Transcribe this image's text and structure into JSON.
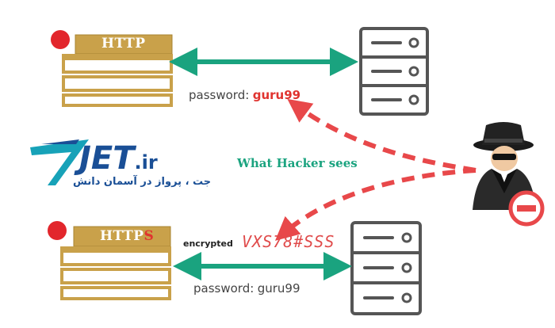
{
  "top": {
    "box_title": "HTTP",
    "password_label": "password:",
    "password_value": "guru99"
  },
  "bottom": {
    "box_title_main": "HTTP",
    "box_title_suffix": "S",
    "encrypted_label": "encrypted",
    "cipher_text": "VXS78#SSS",
    "password_label": "password:",
    "password_value": "guru99"
  },
  "hacker": {
    "caption": "What Hacker sees"
  },
  "logo": {
    "brand": "JET",
    "suffix": ".ir",
    "tagline": "جت ، پرواز در آسمان دانش"
  },
  "colors": {
    "box_gold": "#c9a14a",
    "arrow_green": "#1aa37f",
    "dashed_red": "#e8484a",
    "server_gray": "#555555",
    "logo_blue": "#1a4f96",
    "logo_teal": "#17a2b8"
  },
  "icons": [
    "record-dot-icon",
    "server-icon",
    "hacker-icon",
    "no-entry-icon",
    "jet-logo-icon"
  ]
}
